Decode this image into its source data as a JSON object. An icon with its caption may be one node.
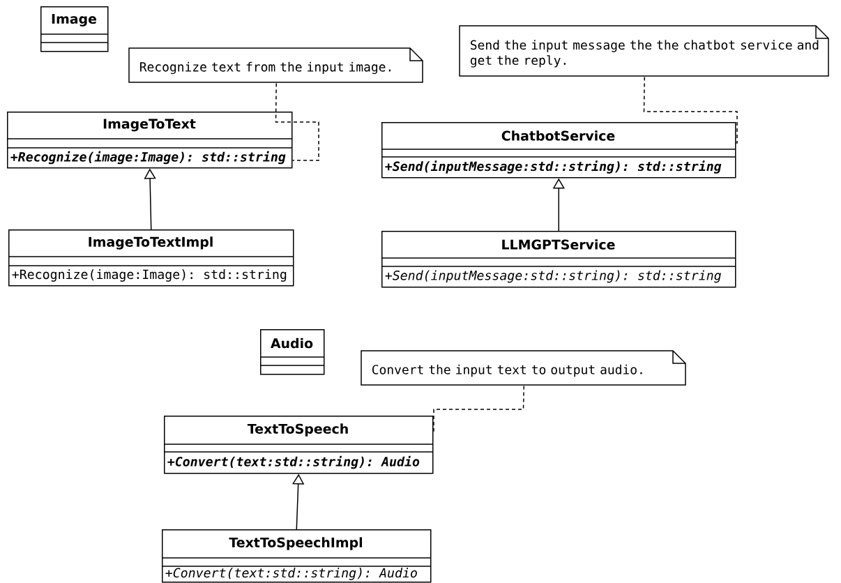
{
  "diagram": {
    "nodes": [
      {
        "text": [
          "Image"
        ]
      },
      {
        "text": [
          "Recognize text from the input image."
        ]
      },
      {
        "text": [
          "ImageToText",
          "+Recognize(image:Image): std::string"
        ]
      },
      {
        "text": [
          "ImageToTextImpl",
          "+Recognize(image:Image): std::string"
        ]
      },
      {
        "text": [
          "Send the input message the the chatbot service and get the reply."
        ]
      },
      {
        "text": [
          "ChatbotService",
          "+Send(inputMessage:std::string): std::string"
        ]
      },
      {
        "text": [
          "LLMGPTService",
          "+Send(inputMessage:std::string): std::string"
        ]
      },
      {
        "text": [
          "Audio"
        ]
      },
      {
        "text": [
          "Convert the input text to output audio."
        ]
      },
      {
        "text": [
          "TextToSpeech",
          "+Convert(text:std::string): Audio"
        ]
      },
      {
        "text": [
          "TextToSpeechImpl",
          "+Convert(text:std::string): Audio"
        ]
      }
    ],
    "edges": [
      {
        "from": 3,
        "to": 2,
        "arrow": "to"
      },
      {
        "from": 1,
        "to": 2,
        "arrow": "none",
        "style": "dashed"
      },
      {
        "from": 6,
        "to": 5,
        "arrow": "to"
      },
      {
        "from": 4,
        "to": 5,
        "arrow": "none",
        "style": "dashed"
      },
      {
        "from": 10,
        "to": 9,
        "arrow": "to"
      },
      {
        "from": 8,
        "to": 9,
        "arrow": "none",
        "style": "dashed"
      }
    ]
  }
}
